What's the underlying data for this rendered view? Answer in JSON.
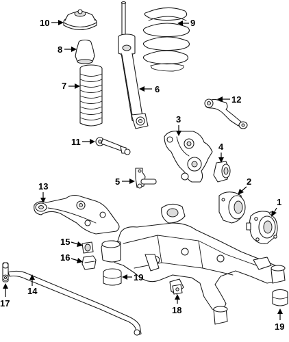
{
  "callouts": [
    {
      "id": "c1",
      "number": "1"
    },
    {
      "id": "c2",
      "number": "2"
    },
    {
      "id": "c3",
      "number": "3"
    },
    {
      "id": "c4",
      "number": "4"
    },
    {
      "id": "c5",
      "number": "5"
    },
    {
      "id": "c6",
      "number": "6"
    },
    {
      "id": "c7",
      "number": "7"
    },
    {
      "id": "c8",
      "number": "8"
    },
    {
      "id": "c9",
      "number": "9"
    },
    {
      "id": "c10",
      "number": "10"
    },
    {
      "id": "c11",
      "number": "11"
    },
    {
      "id": "c12",
      "number": "12"
    },
    {
      "id": "c13",
      "number": "13"
    },
    {
      "id": "c14",
      "number": "14"
    },
    {
      "id": "c15",
      "number": "15"
    },
    {
      "id": "c16",
      "number": "16"
    },
    {
      "id": "c17",
      "number": "17"
    },
    {
      "id": "c18",
      "number": "18"
    },
    {
      "id": "c19a",
      "number": "19"
    },
    {
      "id": "c19b",
      "number": "19"
    }
  ]
}
